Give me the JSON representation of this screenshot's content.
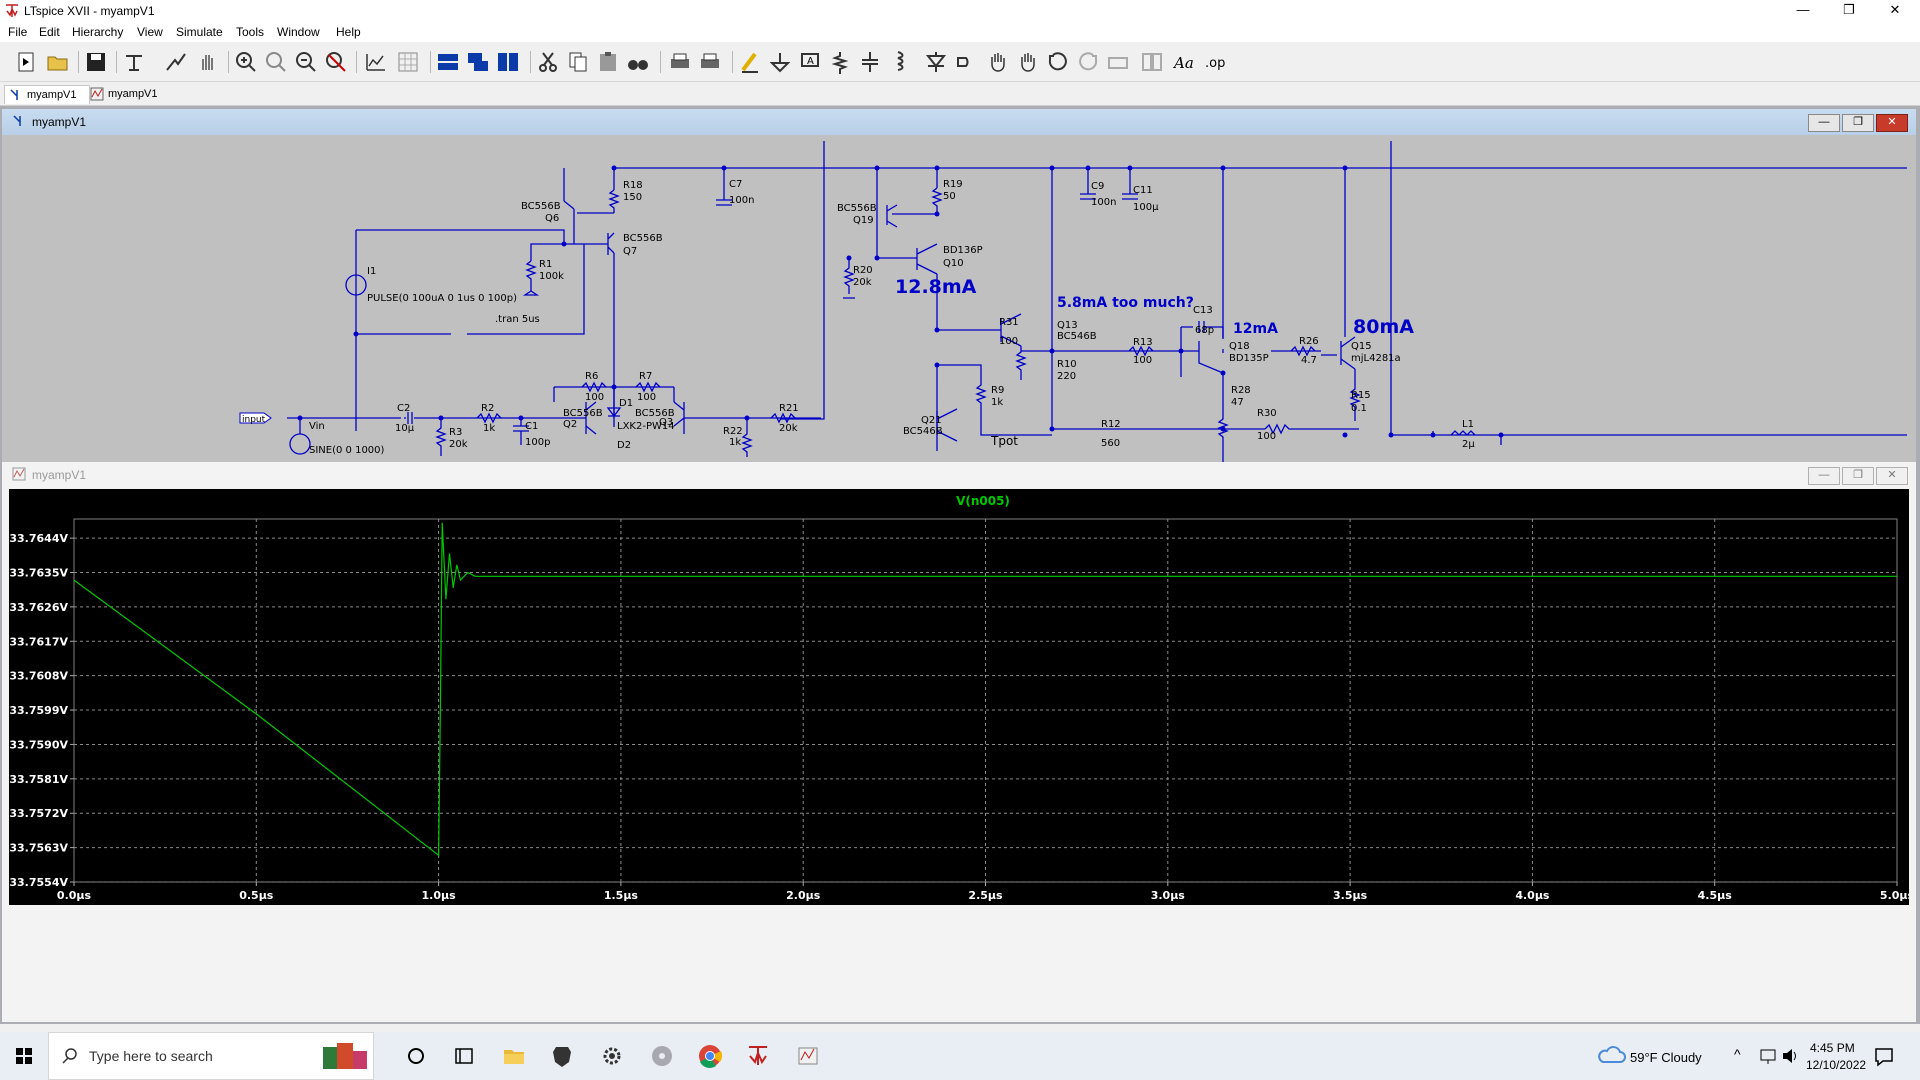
{
  "window": {
    "title": "LTspice XVII - myampV1",
    "minimize": "—",
    "maximize": "❐",
    "close": "✕"
  },
  "menu": [
    "File",
    "Edit",
    "Hierarchy",
    "View",
    "Simulate",
    "Tools",
    "Window",
    "Help"
  ],
  "tabs": [
    {
      "label": "myampV1",
      "type": "schematic"
    },
    {
      "label": "myampV1",
      "type": "waveform"
    }
  ],
  "schematic": {
    "title": "myampV1",
    "components": {
      "q6": {
        "label": "BC556B",
        "ref": "Q6"
      },
      "q7": {
        "label": "BC556B",
        "ref": "Q7"
      },
      "r18": {
        "ref": "R18",
        "value": "150"
      },
      "c7": {
        "ref": "C7",
        "value": "100n"
      },
      "r1": {
        "ref": "R1",
        "value": "100k"
      },
      "i1": {
        "ref": "I1",
        "value": "PULSE(0 100uA 0 1us 0 100p)"
      },
      "tran": ".tran 5us",
      "r6": {
        "ref": "R6",
        "value": "100"
      },
      "r7": {
        "ref": "R7",
        "value": "100"
      },
      "d1": {
        "ref": "D1",
        "value": "LXK2-PW14"
      },
      "d2": {
        "ref": "D2"
      },
      "q2": {
        "label": "BC556B",
        "ref": "Q2"
      },
      "q3": {
        "label": "BC556B",
        "ref": "Q3"
      },
      "input": "input",
      "vin": {
        "ref": "Vin",
        "value": "SINE(0 0 1000)"
      },
      "c2": {
        "ref": "C2",
        "value": "10µ"
      },
      "r3": {
        "ref": "R3",
        "value": "20k"
      },
      "r2": {
        "ref": "R2",
        "value": "1k"
      },
      "c1": {
        "ref": "C1",
        "value": "100p"
      },
      "r22": {
        "ref": "R22",
        "value": "1k"
      },
      "r21": {
        "ref": "R21",
        "value": "20k"
      },
      "q19": {
        "label": "BC556B",
        "ref": "Q19"
      },
      "r19": {
        "ref": "R19",
        "value": "50"
      },
      "q10": {
        "label": "BD136P",
        "ref": "Q10"
      },
      "r20": {
        "ref": "R20",
        "value": "20k"
      },
      "c9": {
        "ref": "C9",
        "value": "100n"
      },
      "c11": {
        "ref": "C11",
        "value": "100µ"
      },
      "r31": {
        "ref": "R31",
        "value": "100"
      },
      "q13": {
        "ref": "Q13",
        "label": "BC546B"
      },
      "r10": {
        "ref": "R10",
        "value": "220"
      },
      "r9": {
        "ref": "R9",
        "value": "1k"
      },
      "q21": {
        "ref": "Q21",
        "label": "BC546B"
      },
      "tpot": "Tpot",
      "r13": {
        "ref": "R13",
        "value": "100"
      },
      "c13": {
        "ref": "C13",
        "value": "68p"
      },
      "q18": {
        "ref": "Q18",
        "label": "BD135P"
      },
      "r28": {
        "ref": "R28",
        "value": "47"
      },
      "r12": {
        "ref": "R12",
        "value": "560"
      },
      "r30": {
        "ref": "R30",
        "value": "100"
      },
      "r26": {
        "ref": "R26",
        "value": "4.7"
      },
      "q15": {
        "ref": "Q15",
        "label": "mjL4281a"
      },
      "r15": {
        "ref": "R15",
        "value": "0.1"
      },
      "l1": {
        "ref": "L1",
        "value": "2µ"
      }
    },
    "annotations": {
      "a1": "12.8mA",
      "a2": "5.8mA too much?",
      "a3": "12mA",
      "a4": "80mA"
    }
  },
  "plot": {
    "title": "myampV1"
  },
  "chart_data": {
    "type": "line",
    "title": "V(n005)",
    "xlabel": "",
    "ylabel": "",
    "xlim": [
      0,
      5
    ],
    "ylim": [
      33.7554,
      33.7649
    ],
    "x_ticks": [
      "0.0µs",
      "0.5µs",
      "1.0µs",
      "1.5µs",
      "2.0µs",
      "2.5µs",
      "3.0µs",
      "3.5µs",
      "4.0µs",
      "4.5µs",
      "5.0µs"
    ],
    "y_ticks": [
      "33.7644V",
      "33.7635V",
      "33.7626V",
      "33.7617V",
      "33.7608V",
      "33.7599V",
      "33.7590V",
      "33.7581V",
      "33.7572V",
      "33.7563V",
      "33.7554V"
    ],
    "grid": true,
    "series": [
      {
        "name": "V(n005)",
        "color": "#00c800",
        "x": [
          0,
          0.5,
          1.0,
          1.005,
          1.01,
          1.02,
          1.03,
          1.04,
          1.05,
          1.06,
          1.08,
          1.1,
          1.15,
          1.2,
          2.0,
          3.0,
          4.0,
          5.0
        ],
        "y": [
          33.7633,
          33.7598,
          33.7561,
          33.76,
          33.7648,
          33.7628,
          33.764,
          33.7631,
          33.7637,
          33.7633,
          33.7635,
          33.7634,
          33.7634,
          33.7634,
          33.7634,
          33.7634,
          33.7634,
          33.7634
        ]
      }
    ],
    "background": "#000000",
    "text_color": "#ffffff"
  },
  "taskbar": {
    "search_placeholder": "Type here to search",
    "weather": "59°F  Cloudy",
    "time": "4:45 PM",
    "date": "12/10/2022"
  }
}
